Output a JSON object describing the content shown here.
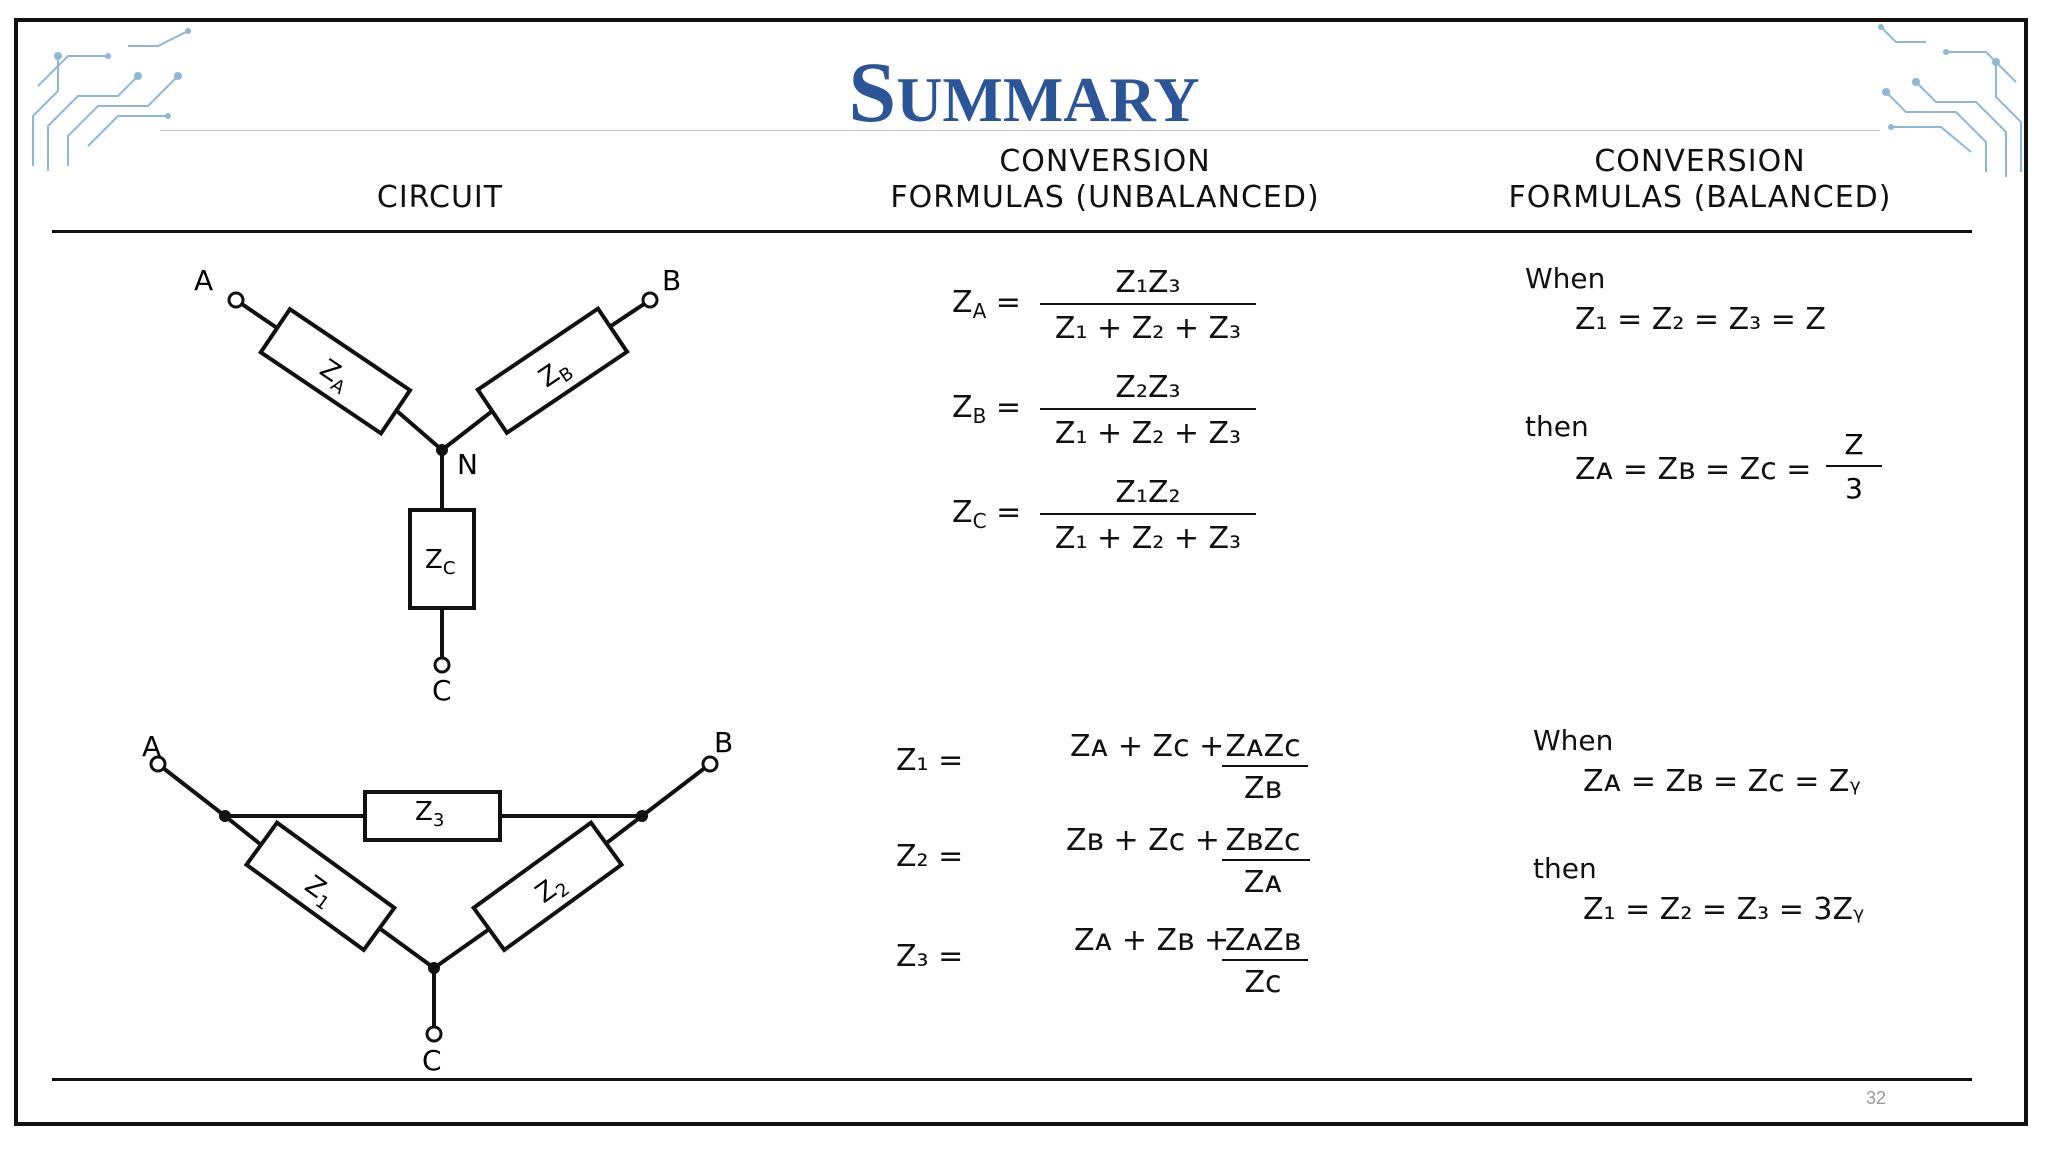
{
  "slide": {
    "title_initial": "S",
    "title_rest": "UMMARY",
    "page_number": "32"
  },
  "headers": {
    "circuit": "CIRCUIT",
    "unbalanced_line1": "CONVERSION",
    "unbalanced_line2": "FORMULAS (UNBALANCED)",
    "balanced_line1": "CONVERSION",
    "balanced_line2": "FORMULAS (BALANCED)"
  },
  "wye_circuit": {
    "node_a": "A",
    "node_b": "B",
    "node_c": "C",
    "node_n": "N",
    "za": "Z",
    "za_sub": "A",
    "zb": "Z",
    "zb_sub": "B",
    "zc": "Z",
    "zc_sub": "C"
  },
  "delta_circuit": {
    "node_a": "A",
    "node_b": "B",
    "node_c": "C",
    "z1": "Z",
    "z1_sub": "1",
    "z2": "Z",
    "z2_sub": "2",
    "z3": "Z",
    "z3_sub": "3"
  },
  "unbalanced_wye": {
    "za_lhs": "Z",
    "za_lhs_sub": "A",
    "equals": "=",
    "za_num": "Z₁Z₃",
    "za_den": "Z₁ + Z₂ + Z₃",
    "zb_lhs": "Z",
    "zb_lhs_sub": "B",
    "zb_num": "Z₂Z₃",
    "zb_den": "Z₁ + Z₂ + Z₃",
    "zc_lhs": "Z",
    "zc_lhs_sub": "C",
    "zc_num": "Z₁Z₂",
    "zc_den": "Z₁ + Z₂ + Z₃"
  },
  "unbalanced_delta": {
    "z1_lhs": "Z₁ =",
    "z1_terms": "Zᴀ + Zᴄ + ",
    "z1_num": "ZᴀZᴄ",
    "z1_den": "Zʙ",
    "z2_lhs": "Z₂ =",
    "z2_terms": "Zʙ + Zᴄ + ",
    "z2_num": "ZʙZᴄ",
    "z2_den": "Zᴀ",
    "z3_lhs": "Z₃ =",
    "z3_terms": "Zᴀ + Zʙ + ",
    "z3_num": "ZᴀZʙ",
    "z3_den": "Zᴄ"
  },
  "balanced_wye": {
    "when": "When",
    "condition": "Z₁ = Z₂ = Z₃ = Z",
    "then": "then",
    "result": "Zᴀ = Zʙ = Zᴄ =",
    "frac_num": "Z",
    "frac_den": "3"
  },
  "balanced_delta": {
    "when": "When",
    "condition": "Zᴀ = Zʙ = Zᴄ = Zᵧ",
    "then": "then",
    "result": "Z₁ = Z₂ = Z₃ = 3Zᵧ"
  }
}
